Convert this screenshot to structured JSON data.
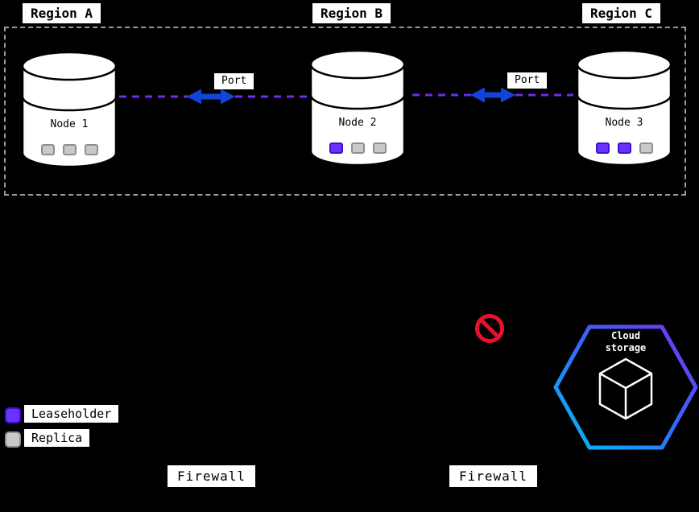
{
  "regions": [
    {
      "label": "Region A"
    },
    {
      "label": "Region B"
    },
    {
      "label": "Region C"
    }
  ],
  "nodes": [
    {
      "label": "Node 1",
      "squares": [
        "replica",
        "replica",
        "replica"
      ]
    },
    {
      "label": "Node 2",
      "squares": [
        "leaseholder",
        "replica",
        "replica"
      ]
    },
    {
      "label": "Node 3",
      "squares": [
        "leaseholder",
        "leaseholder",
        "replica"
      ]
    }
  ],
  "connections": [
    {
      "label": "Port"
    },
    {
      "label": "Port"
    }
  ],
  "legend": [
    {
      "type": "leaseholder",
      "label": "Leaseholder"
    },
    {
      "type": "replica",
      "label": "Replica"
    }
  ],
  "firewalls": [
    {
      "label": "Firewall"
    },
    {
      "label": "Firewall"
    }
  ],
  "cloud_storage": {
    "label": "Cloud storage"
  },
  "colors": {
    "background": "#000000",
    "leaseholder_purple": "#6933ff",
    "link_dash_purple": "#6f2bf2",
    "port_arrow_blue": "#1244d9",
    "replica_gray": "#c9c9c9",
    "prohibition_red": "#e8112d",
    "hexagon_gradient_start": "#00c2f2",
    "hexagon_gradient_end": "#7b2ff0",
    "cluster_border_gray": "#9a9a9a"
  }
}
